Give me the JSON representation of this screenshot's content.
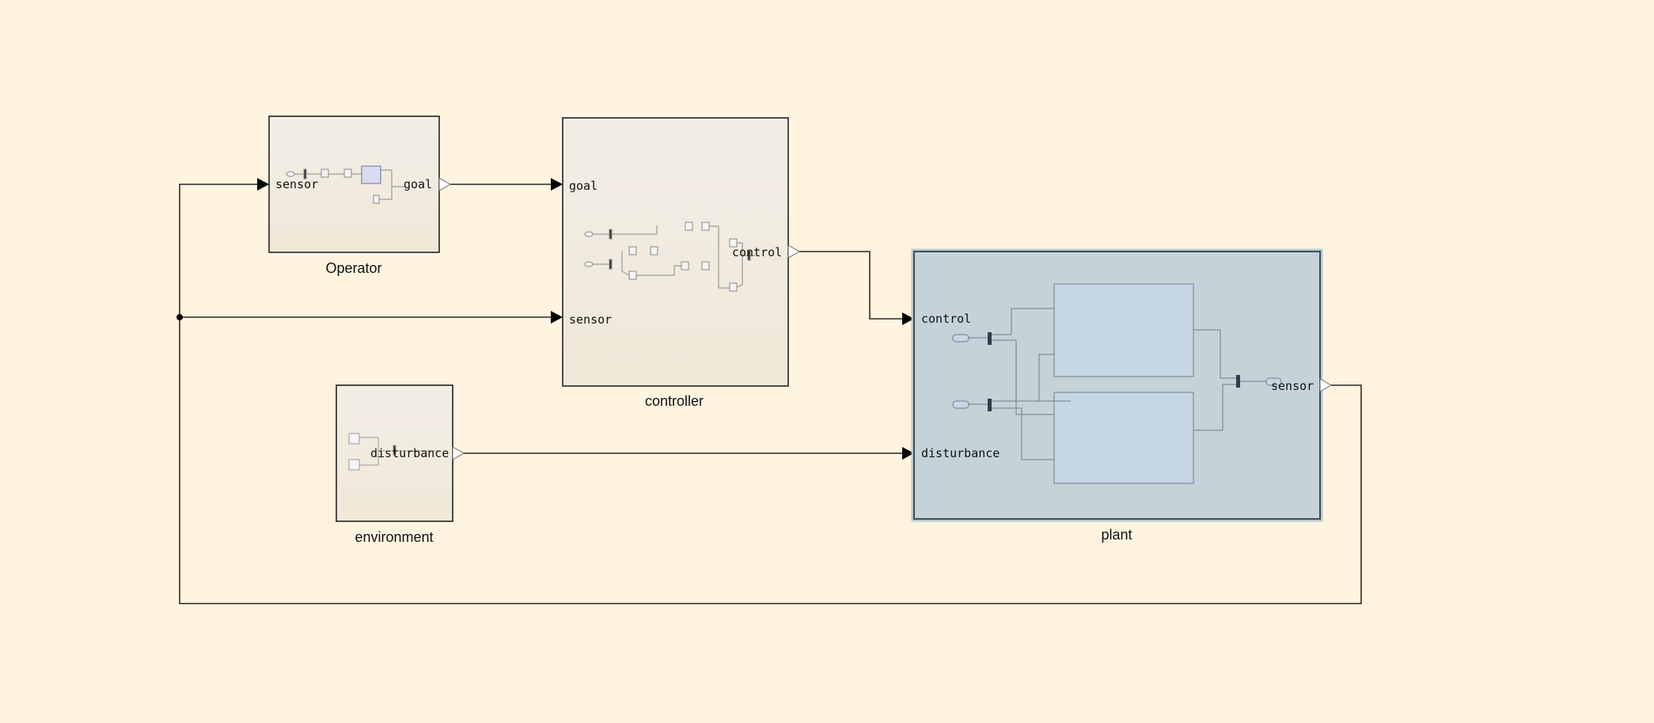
{
  "colors": {
    "canvas": "#fef4e0",
    "subsystem_fill": "#f1ece1",
    "plant_fill": "#c5d3d9",
    "plant_inner_fill": "#c6d6e4",
    "line": "#000000"
  },
  "blocks": {
    "operator": {
      "name": "Operator",
      "inputs": [
        "sensor"
      ],
      "outputs": [
        "goal"
      ]
    },
    "controller": {
      "name": "controller",
      "inputs": [
        "goal",
        "sensor"
      ],
      "outputs": [
        "control"
      ]
    },
    "environment": {
      "name": "environment",
      "inputs": [],
      "outputs": [
        "disturbance"
      ]
    },
    "plant": {
      "name": "plant",
      "inputs": [
        "control",
        "disturbance"
      ],
      "outputs": [
        "sensor"
      ]
    }
  }
}
